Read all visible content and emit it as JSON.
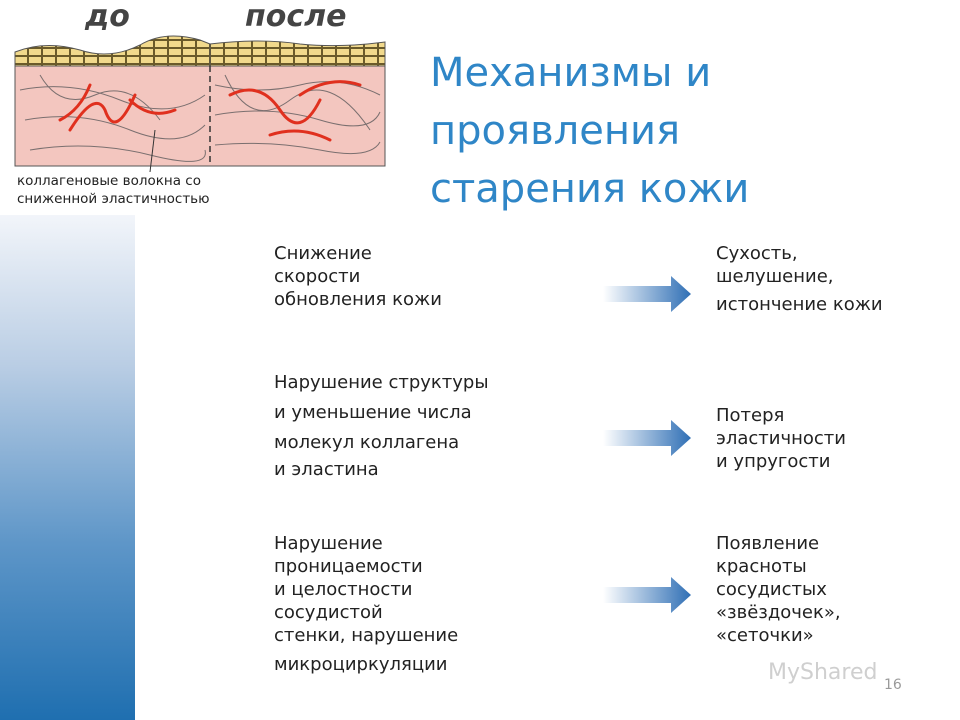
{
  "figure": {
    "label_before": "до",
    "label_after": "после",
    "caption_line1": "коллагеновые волокна со",
    "caption_line2": "сниженной эластичностью"
  },
  "title": [
    "Механизмы и",
    "проявления",
    "старения кожи"
  ],
  "rows": [
    {
      "cause": [
        "Снижение",
        "скорости",
        "обновления кожи"
      ],
      "effect": [
        "Сухость,",
        "шелушение,",
        "истончение кожи"
      ]
    },
    {
      "cause": [
        "Нарушение структуры",
        "и уменьшение числа",
        "молекул коллагена",
        "и эластина"
      ],
      "effect": [
        "Потеря",
        "эластичности",
        "и упругости"
      ]
    },
    {
      "cause": [
        "Нарушение",
        "проницаемости",
        "и целостности",
        "сосудистой",
        "стенки, нарушение",
        "микроциркуляции"
      ],
      "effect": [
        "Появление",
        "красноты",
        "сосудистых",
        "«звёздочек»,",
        "«сеточки»"
      ]
    }
  ],
  "page_number": "16",
  "watermark": "MyShared",
  "colors": {
    "title": "#2f86c7",
    "arrow": "#2f6fb5",
    "fiber": "#e0301e"
  }
}
